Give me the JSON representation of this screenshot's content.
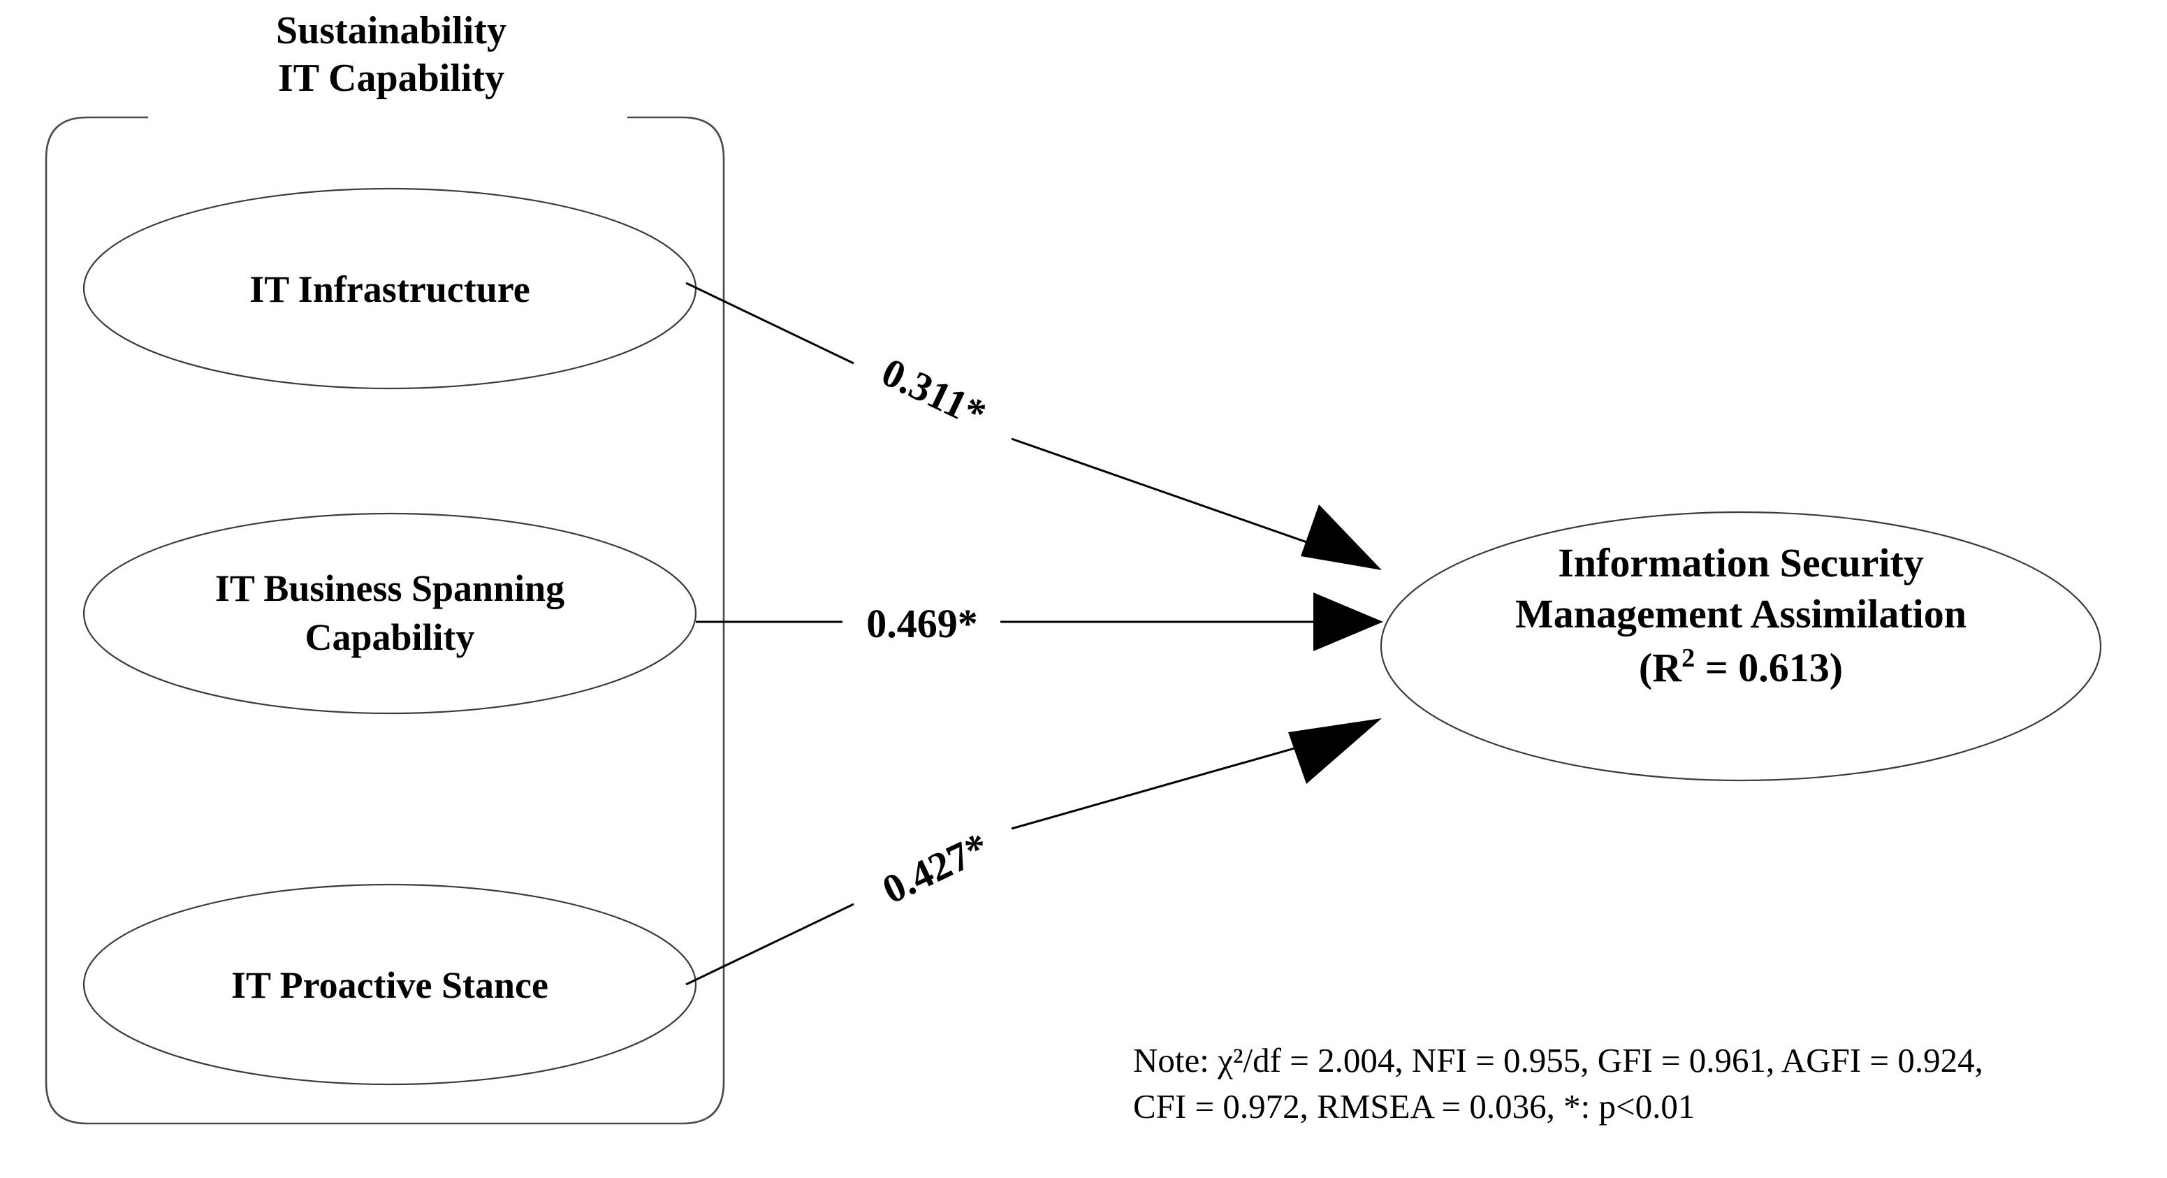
{
  "diagram": {
    "type": "structural-equation-model-path-diagram",
    "background_color": "#ffffff",
    "line_color": "#000000",
    "group": {
      "title_line1": "Sustainability",
      "title_line2": "IT Capability",
      "border_color": "#4a4a4a"
    },
    "predictors": [
      {
        "id": "it-infrastructure",
        "label_line1": "IT Infrastructure",
        "label_line2": ""
      },
      {
        "id": "it-business-spanning-capability",
        "label_line1": "IT Business Spanning",
        "label_line2": "Capability"
      },
      {
        "id": "it-proactive-stance",
        "label_line1": "IT Proactive Stance",
        "label_line2": ""
      }
    ],
    "outcome": {
      "id": "information-security-management-assimilation",
      "label_line1": "Information Security",
      "label_line2": "Management Assimilation",
      "label_line3_prefix": "(R",
      "label_line3_sup": "2",
      "label_line3_suffix": " = 0.613)",
      "r_squared": 0.613
    },
    "paths": [
      {
        "from": "it-infrastructure",
        "to": "information-security-management-assimilation",
        "coefficient": "0.311*",
        "value": 0.311,
        "significant": true,
        "rotation_deg": 25.5
      },
      {
        "from": "it-business-spanning-capability",
        "to": "information-security-management-assimilation",
        "coefficient": "0.469*",
        "value": 0.469,
        "significant": true,
        "rotation_deg": 0
      },
      {
        "from": "it-proactive-stance",
        "to": "information-security-management-assimilation",
        "coefficient": "0.427*",
        "value": 0.427,
        "significant": true,
        "rotation_deg": -25.5
      }
    ],
    "note": {
      "line1": "Note: χ²/df = 2.004, NFI = 0.955, GFI = 0.961, AGFI = 0.924,",
      "line2": "CFI = 0.972, RMSEA = 0.036, *: p<0.01"
    },
    "fit_indices": {
      "chi_square_over_df": 2.004,
      "NFI": 0.955,
      "GFI": 0.961,
      "AGFI": 0.924,
      "CFI": 0.972,
      "RMSEA": 0.036,
      "significance_legend": "*: p<0.01"
    }
  }
}
